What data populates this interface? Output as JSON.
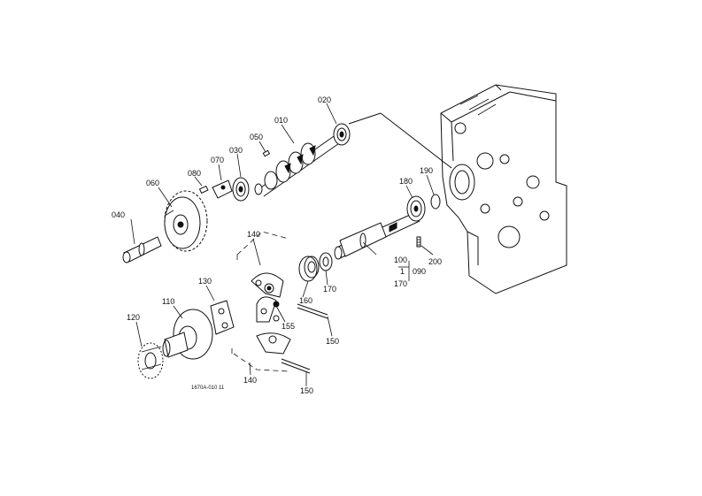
{
  "part_labels": {
    "p010": "010",
    "p020": "020",
    "p030": "030",
    "p040": "040",
    "p050": "050",
    "p060": "060",
    "p070": "070",
    "p080": "080",
    "p100": "100",
    "p110": "110",
    "p120": "120",
    "p130": "130",
    "p140a": "140",
    "p140b": "140",
    "p150a": "150",
    "p150b": "150",
    "p155": "155",
    "p160": "160",
    "p170a": "170",
    "p170b": "170",
    "p180": "180",
    "p190": "190",
    "p200": "200",
    "p090": "090",
    "p1": "1"
  },
  "drawing_code": "1670A-010 11"
}
